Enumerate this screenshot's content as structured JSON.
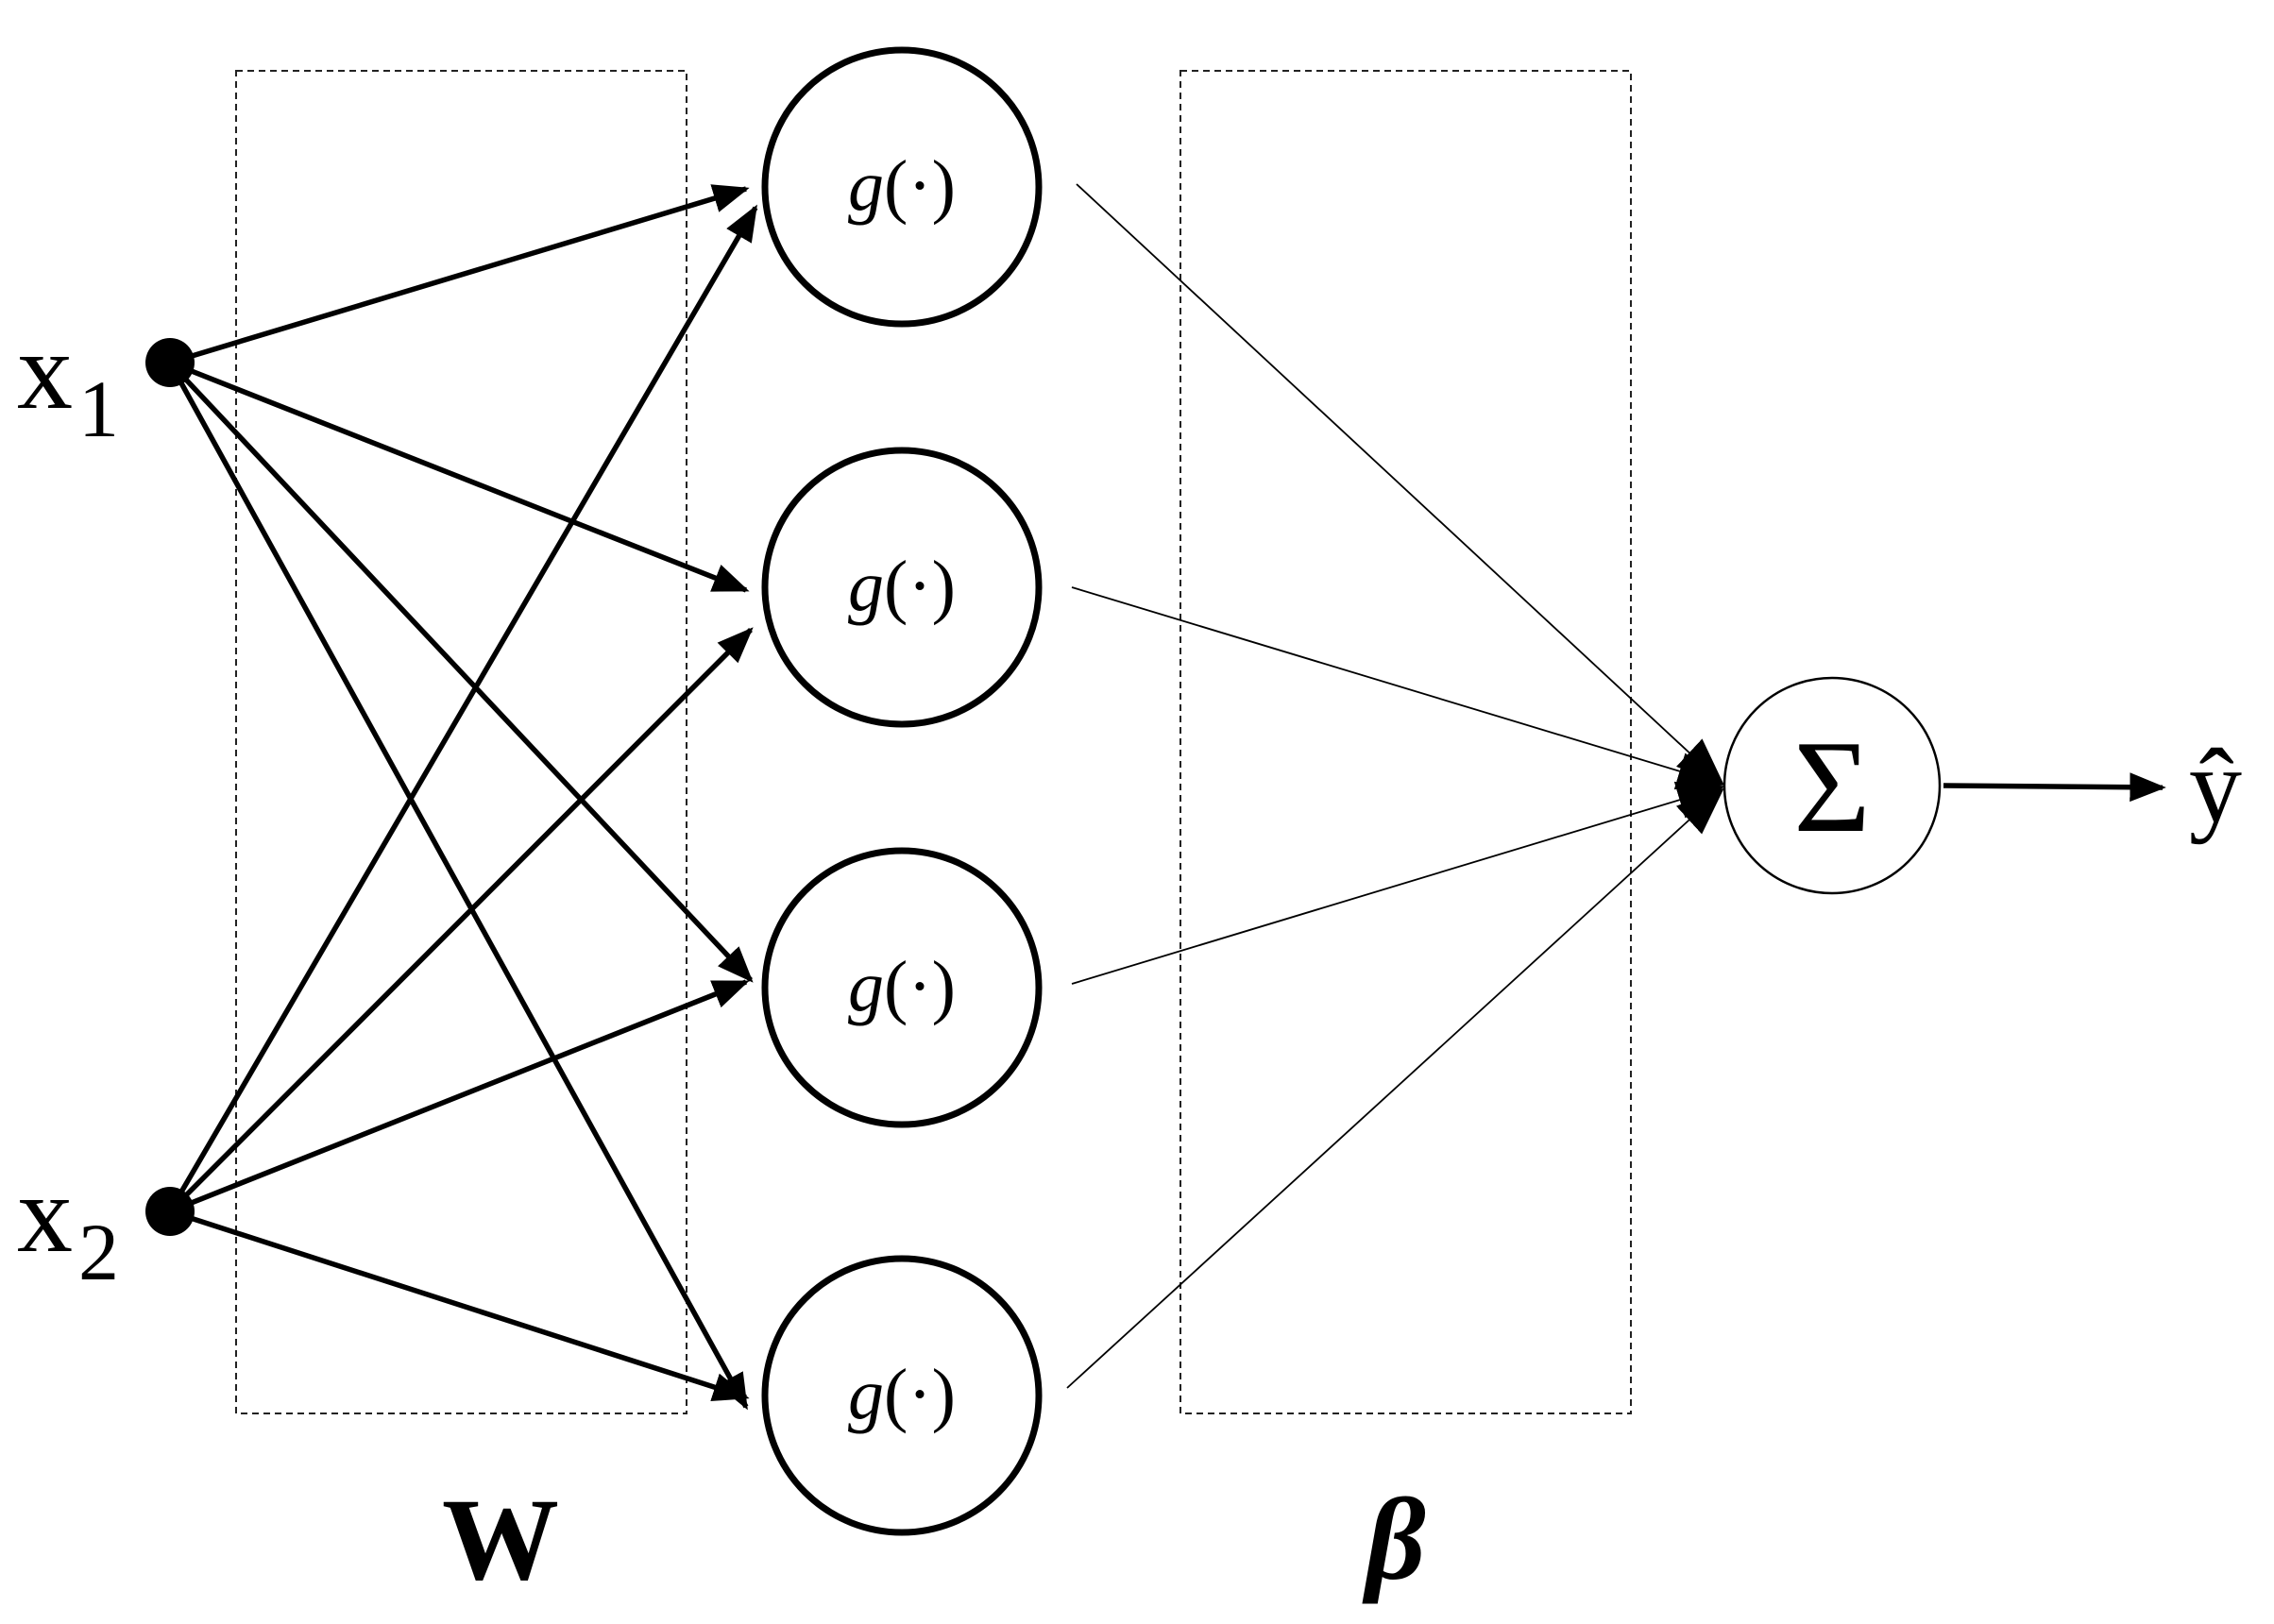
{
  "inputs": [
    {
      "label": "x",
      "subscript": "1"
    },
    {
      "label": "x",
      "subscript": "2"
    }
  ],
  "hidden_nodes": [
    {
      "label_g": "g",
      "label_arg": "(·)"
    },
    {
      "label_g": "g",
      "label_arg": "(·)"
    },
    {
      "label_g": "g",
      "label_arg": "(·)"
    },
    {
      "label_g": "g",
      "label_arg": "(·)"
    }
  ],
  "sum_node": {
    "symbol": "Σ"
  },
  "output": {
    "label": "ŷ"
  },
  "weight_labels": {
    "input_weights": "W",
    "output_weights": "β"
  },
  "colors": {
    "line": "#000000",
    "background": "#ffffff"
  }
}
